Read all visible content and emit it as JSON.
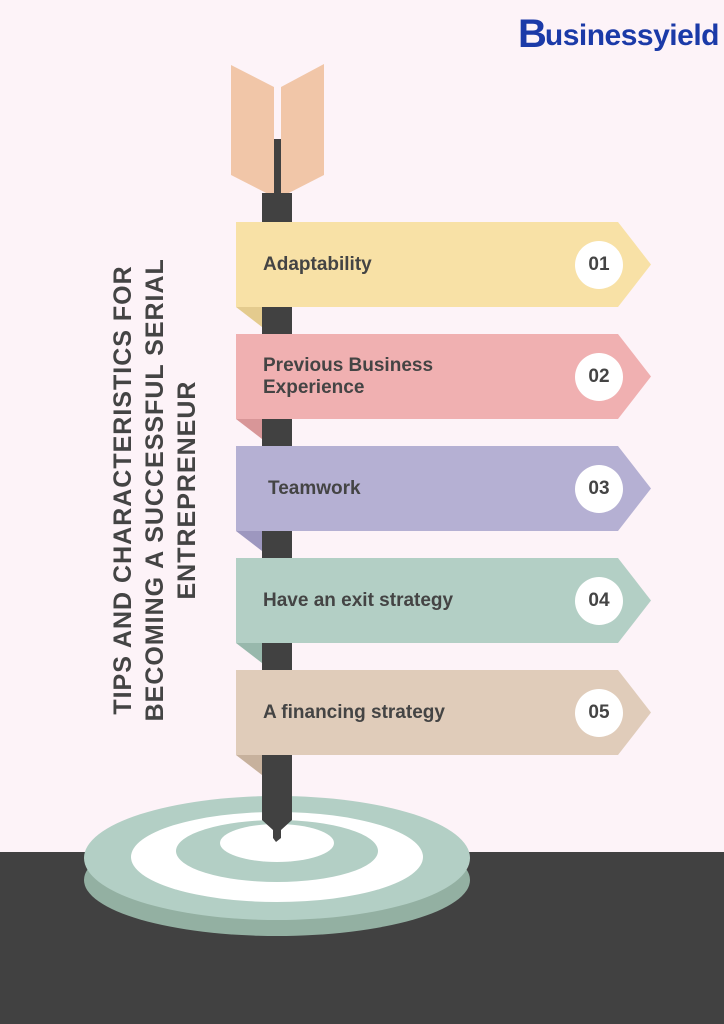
{
  "brand": {
    "logo_b": "B",
    "logo_rest": "usinessyield",
    "color": "#1b3aa8"
  },
  "title": {
    "line1": "TIPS AND CHARACTERISTICS FOR",
    "line2": "BECOMING A SUCCESSFUL SERIAL",
    "line3": "ENTREPRENEUR"
  },
  "items": [
    {
      "label": "Adaptability",
      "num": "01",
      "color": "#f8e1a6",
      "fold": "#e4cb8e"
    },
    {
      "label": "Previous Business Experience",
      "num": "02",
      "color": "#f0b0b1",
      "fold": "#d89698"
    },
    {
      "label": "Teamwork",
      "num": "03",
      "color": "#b5b0d3",
      "fold": "#9d97bf"
    },
    {
      "label": "Have an exit strategy",
      "num": "04",
      "color": "#b3cfc5",
      "fold": "#98b8ac"
    },
    {
      "label": "A financing strategy",
      "num": "05",
      "color": "#e0ccba",
      "fold": "#c7b19d"
    }
  ],
  "colors": {
    "background": "#fdf3f8",
    "floor": "#414141",
    "pole": "#414141",
    "feather": "#f1c6a8",
    "target": "#b3cfc5",
    "target_side": "#93b0a2"
  }
}
